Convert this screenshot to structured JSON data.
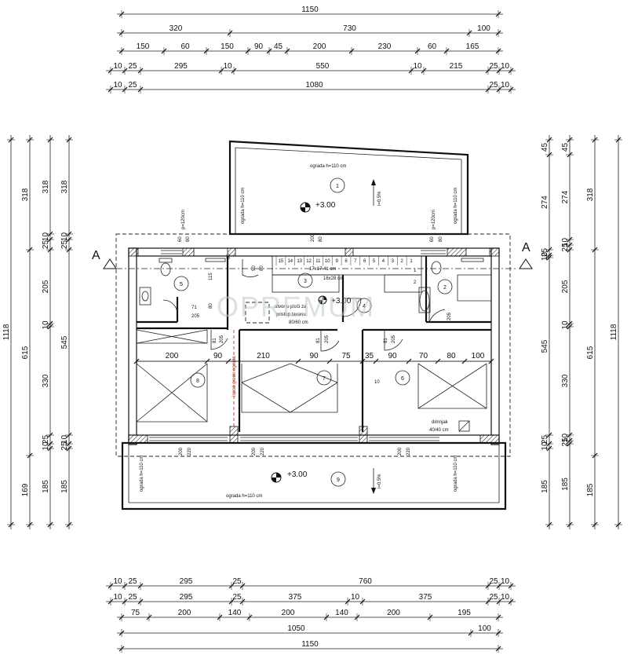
{
  "dims": {
    "top": [
      [
        "1150"
      ],
      [
        "320",
        "730",
        "100"
      ],
      [
        "150",
        "60",
        "150",
        "90",
        "45",
        "200",
        "230",
        "60",
        "165"
      ],
      [
        "10",
        "25",
        "295",
        "10",
        "550",
        "10",
        "215",
        "25",
        "10"
      ],
      [
        "10",
        "25",
        "1080",
        "25",
        "10"
      ]
    ],
    "bottom": [
      [
        "10",
        "25",
        "295",
        "25",
        "760",
        "25",
        "10"
      ],
      [
        "10",
        "25",
        "295",
        "25",
        "375",
        "10",
        "375",
        "25",
        "10"
      ],
      [
        "75",
        "200",
        "140",
        "200",
        "140",
        "200",
        "195"
      ],
      [
        "1050",
        "100"
      ],
      [
        "1150"
      ]
    ],
    "left": [
      [
        "1118"
      ],
      [
        "318",
        "615",
        "169"
      ],
      [
        "318",
        "10",
        "25",
        "205",
        "10",
        "330",
        "25",
        "10",
        "185"
      ],
      [
        "318",
        "10",
        "25",
        "545",
        "10",
        "25",
        "185"
      ]
    ],
    "right": [
      [
        "45",
        "274",
        "25",
        "10",
        "545",
        "25",
        "10",
        "185"
      ],
      [
        "45",
        "274",
        "10",
        "25",
        "205",
        "10",
        "330",
        "10",
        "25",
        "185"
      ],
      [
        "318",
        "615",
        "185"
      ],
      [
        "1118"
      ]
    ]
  },
  "section_label": "A",
  "rooms": [
    "1",
    "2",
    "3",
    "4",
    "5",
    "6",
    "7",
    "8",
    "9"
  ],
  "levels": {
    "terrace_top": "+3.00",
    "landing": "+3.00",
    "terrace_bottom": "+3.00"
  },
  "slope": "i=0.5%",
  "railing_h": "ograda h=110 cm",
  "stair_steps": [
    "15",
    "14",
    "13",
    "12",
    "11",
    "10",
    "9",
    "8",
    "7",
    "6",
    "5",
    "4",
    "3",
    "2",
    "1"
  ],
  "stair_calc": "17x17.41 cm",
  "stair_tread": "16x28 cm",
  "stair_numbers": [
    "1",
    "2"
  ],
  "opening_note": [
    "otvor u ploči za",
    "pristup tavanu",
    "80/60 cm"
  ],
  "chimney": [
    "dimnjak",
    "40/40 cm"
  ],
  "beam_note": "ispod grede ograda",
  "window_sill": "p=120cm",
  "inner_dims": {
    "row": [
      "200",
      "90",
      "210",
      "90",
      "75",
      "35",
      "90",
      "70",
      "80",
      "100"
    ],
    "small": [
      "60",
      "80",
      "60",
      "80",
      "200",
      "80",
      "90",
      "80",
      "60",
      "71",
      "205",
      "115",
      "80",
      "81",
      "205",
      "81",
      "205",
      "81",
      "205",
      "205",
      "10",
      "200",
      "220",
      "200",
      "220",
      "200",
      "220"
    ]
  },
  "watermark": "OPREMUM"
}
